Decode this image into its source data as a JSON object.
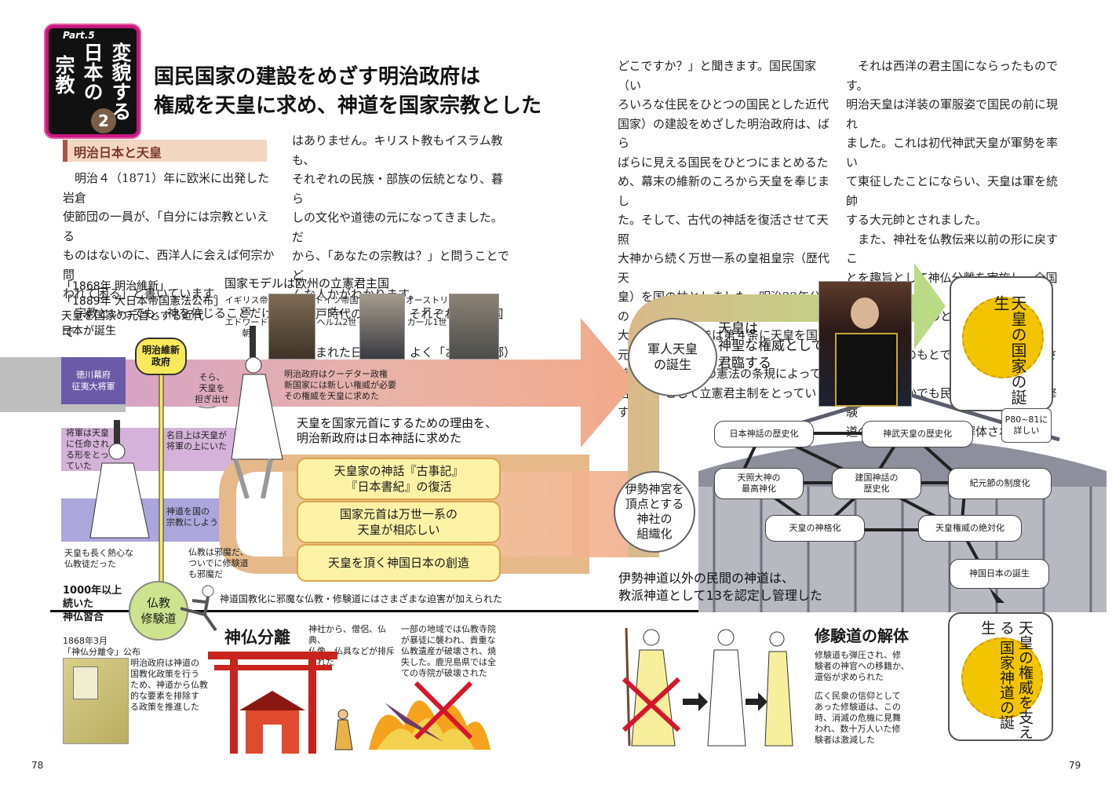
{
  "header": {
    "part_label": "Part.5",
    "badge_col1": "変貌する",
    "badge_col2": "日本の",
    "badge_col3": "宗教",
    "badge_number": "2",
    "title": "国民国家の建設をめざす明治政府は\n権威を天皇に求め、神道を国家宗教とした"
  },
  "section_heading": "明治日本と天皇",
  "body": {
    "col1": "　明治４（1871）年に欧米に出発した岩倉\n使節団の一員が、「自分には宗教といえる\nものはないのに、西洋人に会えば何宗か問\nわれて困る」と書いています。\n　宗教といっても、神を信じることだけで",
    "col2": "はありません。キリスト教もイスラム教も、\nそれぞれの民族・部族の伝統となり、暮ら\nしの文化や道徳の元になってきました。だ\nから、「あなたの宗教は？」と問うことでど\nんな人かがわかります。\n　江戸時代の諸藩で、それぞれの「お国柄」\nが生まれた日本では、よく「お国（故郷）は",
    "col3": "どこですか？」と聞きます。国民国家（い\nろいろな住民をひとつの国民とした近代\n国家）の建設をめざした明治政府は、ばら\nばらに見える国民をひとつにまとめるた\nめ、幕末の維新のころから天皇を奉じまし\nた。そして、古代の神話を復活させて天照\n大神から続く万世一系の皇祖皇宗（歴代天\n皇）を国の柱としました。明治22年公布の\n大日本帝国憲法では第４条に天皇を国の元\n首としつつ、「この憲法の条規によって統\n治する」として立憲君主制をとっています。",
    "col4": "　それは西洋の君主国にならったものです。\n明治天皇は洋装の軍服姿で国民の前に現れ\nました。これは初代神武天皇が軍勢を率い\nて東征したことにならい、天皇は軍を統帥\nする大元帥とされました。\n　また、神社を仏教伝来以前の形に戻すこ\nとを趣旨として神仏分離を実施し、全国の\n神社を国家のものとして整理しました。こ\nの国家神道のもとで多くの寺社が破壊され\nました。なかでも民衆に広まっていた修験\n道の神仏一体の建物は解体されました。"
  },
  "diagram": {
    "event_note": "「1868年 明治維新」\n「1889年 大日本帝国憲法公布」\n天皇を国家の元首とする近代\n日本が誕生",
    "model_title": "国家モデルは欧州の立憲君主国",
    "model_uk": "イギリス帝国\nエドワード朝",
    "model_de": "ドイツ帝国\nヴィ\nヘルム2世",
    "model_at": "オーストリア\nカール1世",
    "meiji_gov": "明治維新\n政府",
    "tokugawa": "徳川幕府\n征夷大将軍",
    "sora": "そら、\n天皇を\n担ぎ出せ",
    "coup_note": "明治政府はクーデター政権\n新国家には新しい権威が必要\nその権威を天皇に求めた",
    "shogun_note": "将軍は天皇\nに任命され\nる形をとっ\nていた",
    "nominal_note": "名目上は天皇が\n将軍の上にいた",
    "reason_note": "天皇を国家元首にするための理由を、\n明治新政府は日本神話に求めた",
    "myth1": "天皇家の神話『古事記』\n『日本書紀』の復活",
    "myth2": "国家元首は万世一系の\n天皇が相応しい",
    "myth3": "天皇を頂く神国日本の創造",
    "state_religion_note": "神道を国の\n宗教にしよう",
    "buddhism_evil": "仏教は邪魔だ、\nついでに修験道\nも邪魔だ",
    "emperor_buddhist": "天皇も長く熱心な\n仏教徒だった",
    "syncretism": "1000年以上\n続いた\n神仏習合",
    "bukkyo_shugendo": "仏教\n修験道",
    "persecution": "神道国教化に邪魔な仏教・修験道にはさまざまな迫害が加えられた",
    "military_emperor": "軍人天皇\nの誕生",
    "divine_reign": "天皇は\n神聖な権威として\n君臨する",
    "ise_org": "伊勢神宮を\n頂点とする\n神社の\n組織化",
    "sect_shinto": "伊勢神道以外の民間の神道は、\n教派神道として13を認定し管理した",
    "nation_emperor_birth": "天皇の国家の誕生",
    "p80_note": "P80~81に\n詳しい",
    "nodes": {
      "n1": "日本神話の歴史化",
      "n2": "神武天皇の歴史化",
      "n3": "天照大神の\n最高神化",
      "n4": "建国神話の\n歴史化",
      "n5": "紀元節の制度化",
      "n6": "天皇の神格化",
      "n7": "天皇権威の絶対化",
      "n8": "神国日本の誕生"
    },
    "state_shinto_birth": "天皇の権威を支える\n国家神道の誕生"
  },
  "separation": {
    "date_label": "1868年3月\n「神仏分離令」公布",
    "decree_note": "明治政府は神道の\n国教化政策を行う\nため、神道から仏教\n的な要素を排除す\nる政策を推進した",
    "title": "神仏分離",
    "exclusion_note": "神社から、僧侶、仏典、\n仏像、仏具などが排斥\nされた",
    "destruction_note": "一部の地域では仏教寺院\nが暴徒に襲われ、貴重な\n仏教遺産が破壊され、焼\n失した。鹿児島県では全\nての寺院が破壊された"
  },
  "shugendo": {
    "title": "修験道の解体",
    "note1": "修験道も弾圧され、修\n験者の神官への移籍か、\n還俗が求められた",
    "note2": "広く民衆の信仰として\nあった修験道は、この\n時、消滅の危機に見舞\nわれ、数十万人いた修\n験者は激減した"
  },
  "page_left": "78",
  "page_right": "79",
  "colors": {
    "badge_pink": "#c8177e",
    "band_pink": "#e6a9a6",
    "band_lilac": "#c9a4d2",
    "band_violet": "#a6a0d8",
    "band_salmon": "#f3b08a",
    "band_olive": "#c9b66a",
    "band_green": "#bfe08a",
    "myth_yellow": "#fbf2a6",
    "chrysanthemum": "#f2c500"
  }
}
